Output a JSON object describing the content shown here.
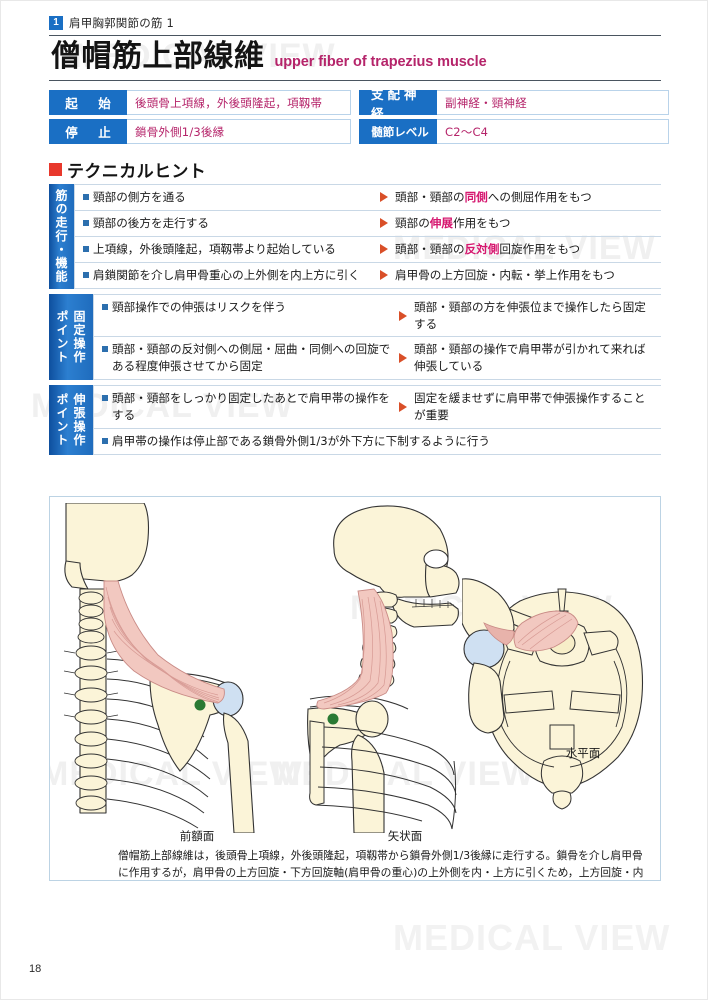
{
  "header": {
    "chapter_number": "1",
    "chapter_title": "肩甲胸郭関節の筋 1",
    "title_jp": "僧帽筋上部線維",
    "title_en": "upper fiber of trapezius muscle"
  },
  "info": {
    "origin_label": "起　始",
    "origin_value": "後頭骨上項線，外後頭隆起，項靱帯",
    "insertion_label": "停　止",
    "insertion_value": "鎖骨外側1/3後縁",
    "nerve_label": "支配神経",
    "nerve_value": "副神経・頸神経",
    "segment_label": "髄節レベル",
    "segment_value": "C2〜C4"
  },
  "technical_hint": {
    "heading": "テクニカルヒント",
    "blocks": [
      {
        "label_cols": [
          "筋の走行・機能"
        ],
        "rows": [
          {
            "left": "頸部の側方を通る",
            "right_pre": "頭部・頸部の",
            "right_hl": "同側",
            "right_post": "への側屈作用をもつ"
          },
          {
            "left": "頸部の後方を走行する",
            "right_pre": "頸部の",
            "right_hl": "伸展",
            "right_post": "作用をもつ"
          },
          {
            "left": "上項線，外後頭隆起，項靱帯より起始している",
            "right_pre": "頭部・頸部の",
            "right_hl": "反対側",
            "right_post": "回旋作用をもつ"
          },
          {
            "left": "肩鎖関節を介し肩甲骨重心の上外側を内上方に引く",
            "right_pre": "肩甲骨の上方回旋・内転・挙上作用をもつ",
            "right_hl": "",
            "right_post": ""
          }
        ]
      },
      {
        "label_cols": [
          "固定操作",
          "ポイント"
        ],
        "rows": [
          {
            "left": "頸部操作での伸張はリスクを伴う",
            "right_pre": "頭部・頸部の方を伸張位まで操作したら固定する",
            "right_hl": "",
            "right_post": ""
          },
          {
            "left": "頭部・頸部の反対側への側屈・屈曲・同側への回旋である程度伸張させてから固定",
            "right_pre": "頭部・頸部の操作で肩甲帯が引かれて来れば伸張している",
            "right_hl": "",
            "right_post": ""
          }
        ]
      },
      {
        "label_cols": [
          "伸張操作",
          "ポイント"
        ],
        "rows": [
          {
            "left": "頭部・頸部をしっかり固定したあとで肩甲帯の操作をする",
            "right_pre": "固定を緩ませずに肩甲帯で伸張操作することが重要",
            "right_hl": "",
            "right_post": ""
          }
        ],
        "fullrow": "肩甲帯の操作は停止部である鎖骨外側1/3が外下方に下制するように行う"
      }
    ]
  },
  "figure": {
    "caption_frontal": "前額面",
    "caption_sagittal": "矢状面",
    "caption_horizontal": "水平面",
    "description": "僧帽筋上部線維は，後頭骨上項線，外後頭隆起，項靱帯から鎖骨外側1/3後縁に走行する。鎖骨を介し肩甲骨に作用するが，肩甲骨の上方回旋・下方回旋軸(肩甲骨の重心)の上外側を内・上方に引くため，上方回旋・内転・挙上作用をもつ。"
  },
  "watermark": "MEDICAL VIEW",
  "footer": {
    "page_number": "18"
  },
  "colors": {
    "label_blue": "#1a6fc4",
    "title_magenta": "#b5246a",
    "accent_red": "#e8382c",
    "arrow_orange": "#d94f28",
    "highlight_pink": "#d6176f",
    "bone": "#fbf4d8",
    "muscle": "#f2c8c0",
    "marker_green": "#2a7a33"
  }
}
